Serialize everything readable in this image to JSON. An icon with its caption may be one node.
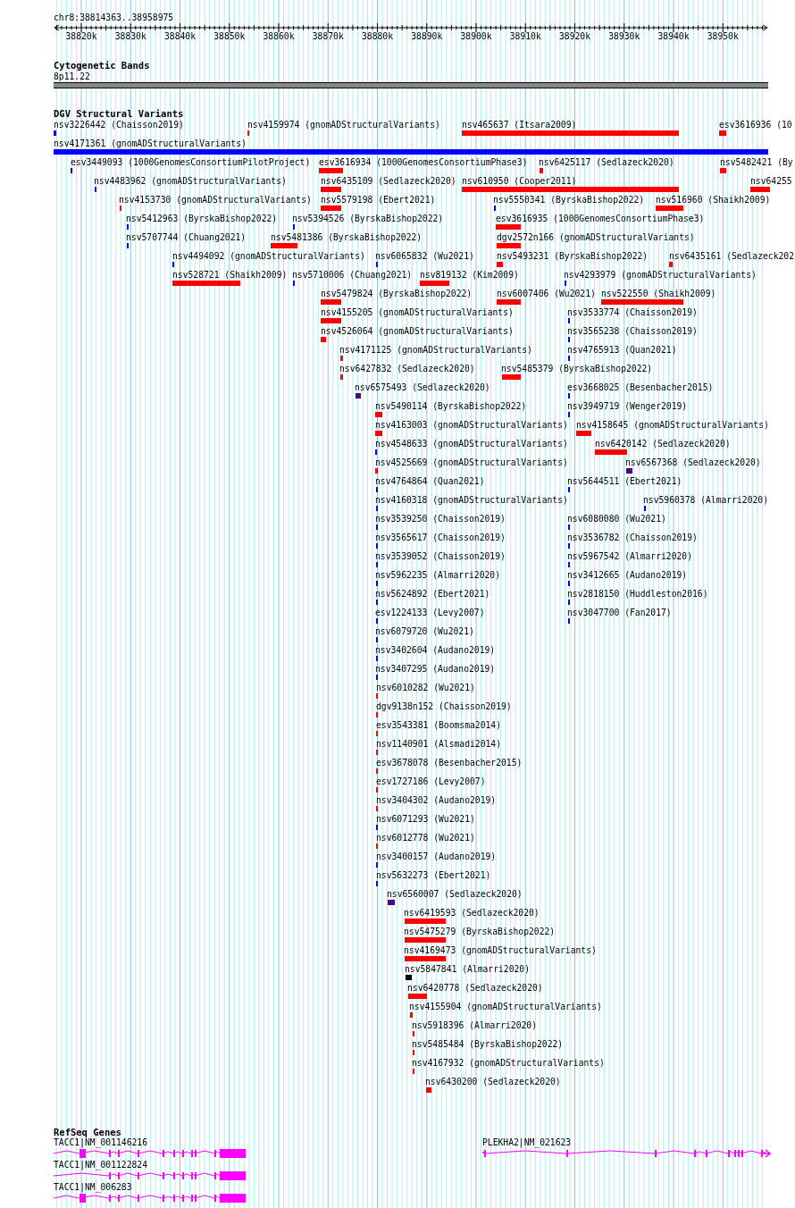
{
  "diagram": {
    "nodes": [
      {
        "text": [
          "8p11.22"
        ]
      },
      {
        "text": [
          "nsv3226442 (Chaisson2019)"
        ]
      },
      {
        "text": [
          "nsv4159974 (gnomADStructuralVariants)"
        ]
      },
      {
        "text": [
          "nsv465637 (Itsara2009)"
        ]
      },
      {
        "text": [
          "esv3616936 (10"
        ]
      },
      {
        "text": [
          "nsv4171361 (gnomADStructuralVariants)"
        ]
      },
      {
        "text": [
          "esv3449093 (1000GenomesConsortiumPilotProject)"
        ]
      },
      {
        "text": [
          "esv3616934 (1000GenomesConsortiumPhase3)"
        ]
      },
      {
        "text": [
          "nsv6425117 (Sedlazeck2020)"
        ]
      },
      {
        "text": [
          "nsv5482421 (By"
        ]
      },
      {
        "text": [
          "nsv4483962 (gnomADStructuralVariants)"
        ]
      },
      {
        "text": [
          "nsv6435109 (Sedlazeck2020)"
        ]
      },
      {
        "text": [
          "nsv610950 (Cooper2011)"
        ]
      },
      {
        "text": [
          "nsv64255"
        ]
      },
      {
        "text": [
          "nsv4153730 (gnomADStructuralVariants)"
        ]
      },
      {
        "text": [
          "nsv5579198 (Ebert2021)"
        ]
      },
      {
        "text": [
          "nsv5550341 (ByrskaBishop2022)"
        ]
      },
      {
        "text": [
          "nsv516960 (Shaikh2009)"
        ]
      },
      {
        "text": [
          "nsv5412963 (ByrskaBishop2022)"
        ]
      },
      {
        "text": [
          "nsv5394526 (ByrskaBishop2022)"
        ]
      },
      {
        "text": [
          "esv3616935 (1000GenomesConsortiumPhase3)"
        ]
      },
      {
        "text": [
          "nsv5707744 (Chuang2021)"
        ]
      },
      {
        "text": [
          "nsv5481386 (ByrskaBishop2022)"
        ]
      },
      {
        "text": [
          "dgv2572n166 (gnomADStructuralVariants)"
        ]
      },
      {
        "text": [
          "nsv4494092 (gnomADStructuralVariants)"
        ]
      },
      {
        "text": [
          "nsv6065832 (Wu2021)"
        ]
      },
      {
        "text": [
          "nsv5493231 (ByrskaBishop2022)"
        ]
      },
      {
        "text": [
          "nsv6435161 (Sedlazeck202"
        ]
      },
      {
        "text": [
          "nsv528721 (Shaikh2009)"
        ]
      },
      {
        "text": [
          "nsv5710006 (Chuang2021)"
        ]
      },
      {
        "text": [
          "nsv819132 (Kim2009)"
        ]
      },
      {
        "text": [
          "nsv4293979 (gnomADStructuralVariants)"
        ]
      },
      {
        "text": [
          "nsv5479824 (ByrskaBishop2022)"
        ]
      },
      {
        "text": [
          "nsv6007406 (Wu2021)"
        ]
      },
      {
        "text": [
          "nsv522550 (Shaikh2009)"
        ]
      },
      {
        "text": [
          "nsv4155205 (gnomADStructuralVariants)"
        ]
      },
      {
        "text": [
          "nsv3533774 (Chaisson2019)"
        ]
      },
      {
        "text": [
          "nsv4526064 (gnomADStructuralVariants)"
        ]
      },
      {
        "text": [
          "nsv3565238 (Chaisson2019)"
        ]
      },
      {
        "text": [
          "nsv4171125 (gnomADStructuralVariants)"
        ]
      },
      {
        "text": [
          "nsv4765913 (Quan2021)"
        ]
      },
      {
        "text": [
          "nsv6427832 (Sedlazeck2020)"
        ]
      },
      {
        "text": [
          "nsv5485379 (ByrskaBishop2022)"
        ]
      },
      {
        "text": [
          "nsv6575493 (Sedlazeck2020)"
        ]
      },
      {
        "text": [
          "esv3668025 (Besenbacher2015)"
        ]
      },
      {
        "text": [
          "nsv5490114 (ByrskaBishop2022)"
        ]
      },
      {
        "text": [
          "nsv3949719 (Wenger2019)"
        ]
      },
      {
        "text": [
          "nsv4163003 (gnomADStructuralVariants)"
        ]
      },
      {
        "text": [
          "nsv4158645 (gnomADStructuralVariants)"
        ]
      },
      {
        "text": [
          "nsv4548633 (gnomADStructuralVariants)"
        ]
      },
      {
        "text": [
          "nsv6420142 (Sedlazeck2020)"
        ]
      },
      {
        "text": [
          "nsv4525669 (gnomADStructuralVariants)"
        ]
      },
      {
        "text": [
          "nsv6567368 (Sedlazeck2020)"
        ]
      },
      {
        "text": [
          "nsv4764864 (Quan2021)"
        ]
      },
      {
        "text": [
          "nsv5644511 (Ebert2021)"
        ]
      },
      {
        "text": [
          "nsv4160318 (gnomADStructuralVariants)"
        ]
      },
      {
        "text": [
          "nsv5960378 (Almarri2020)"
        ]
      },
      {
        "text": [
          "nsv3539250 (Chaisson2019)"
        ]
      },
      {
        "text": [
          "nsv6080080 (Wu2021)"
        ]
      },
      {
        "text": [
          "nsv3565617 (Chaisson2019)"
        ]
      },
      {
        "text": [
          "nsv3536782 (Chaisson2019)"
        ]
      },
      {
        "text": [
          "nsv3539052 (Chaisson2019)"
        ]
      },
      {
        "text": [
          "nsv5967542 (Almarri2020)"
        ]
      },
      {
        "text": [
          "nsv5962235 (Almarri2020)"
        ]
      },
      {
        "text": [
          "nsv3412665 (Audano2019)"
        ]
      },
      {
        "text": [
          "nsv5624892 (Ebert2021)"
        ]
      },
      {
        "text": [
          "nsv2818150 (Huddleston2016)"
        ]
      },
      {
        "text": [
          "esv1224133 (Levy2007)"
        ]
      },
      {
        "text": [
          "nsv3047700 (Fan2017)"
        ]
      },
      {
        "text": [
          "nsv6079720 (Wu2021)"
        ]
      },
      {
        "text": [
          "nsv3402604 (Audano2019)"
        ]
      },
      {
        "text": [
          "nsv3407295 (Audano2019)"
        ]
      },
      {
        "text": [
          "nsv6010282 (Wu2021)"
        ]
      },
      {
        "text": [
          "dgv9138n152 (Chaisson2019)"
        ]
      },
      {
        "text": [
          "esv3543381 (Boomsma2014)"
        ]
      },
      {
        "text": [
          "nsv1140901 (Alsmadi2014)"
        ]
      },
      {
        "text": [
          "esv3678078 (Besenbacher2015)"
        ]
      },
      {
        "text": [
          "esv1727186 (Levy2007)"
        ]
      },
      {
        "text": [
          "nsv3404302 (Audano2019)"
        ]
      },
      {
        "text": [
          "nsv6071293 (Wu2021)"
        ]
      },
      {
        "text": [
          "nsv6012778 (Wu2021)"
        ]
      },
      {
        "text": [
          "nsv3400157 (Audano2019)"
        ]
      },
      {
        "text": [
          "nsv5632273 (Ebert2021)"
        ]
      },
      {
        "text": [
          "nsv6560007 (Sedlazeck2020)"
        ]
      },
      {
        "text": [
          "nsv6419593 (Sedlazeck2020)"
        ]
      },
      {
        "text": [
          "nsv5475279 (ByrskaBishop2022)"
        ]
      },
      {
        "text": [
          "nsv4169473 (gnomADStructuralVariants)"
        ]
      },
      {
        "text": [
          "nsv5847841 (Almarri2020)"
        ]
      },
      {
        "text": [
          "nsv6420778 (Sedlazeck2020)"
        ]
      },
      {
        "text": [
          "nsv4155904 (gnomADStructuralVariants)"
        ]
      },
      {
        "text": [
          "nsv5918396 (Almarri2020)"
        ]
      },
      {
        "text": [
          "nsv5485484 (ByrskaBishop2022)"
        ]
      },
      {
        "text": [
          "nsv4167932 (gnomADStructuralVariants)"
        ]
      },
      {
        "text": [
          "nsv6430200 (Sedlazeck2020)"
        ]
      },
      {
        "text": [
          "TACC1|NM_001146216"
        ]
      },
      {
        "text": [
          "PLEKHA2|NM_021623"
        ]
      },
      {
        "text": [
          "TACC1|NM_001122824"
        ]
      },
      {
        "text": [
          "TACC1|NM_006283"
        ]
      }
    ],
    "labels": [
      "chr8:38814363..38958975",
      "38820k",
      "38830k",
      "38840k",
      "38850k",
      "38860k",
      "38870k",
      "38880k",
      "38890k",
      "38900k",
      "38910k",
      "38920k",
      "38930k",
      "38940k",
      "38950k",
      "Cytogenetic Bands",
      "DGV Structural Variants",
      "RefSeq Genes"
    ]
  }
}
